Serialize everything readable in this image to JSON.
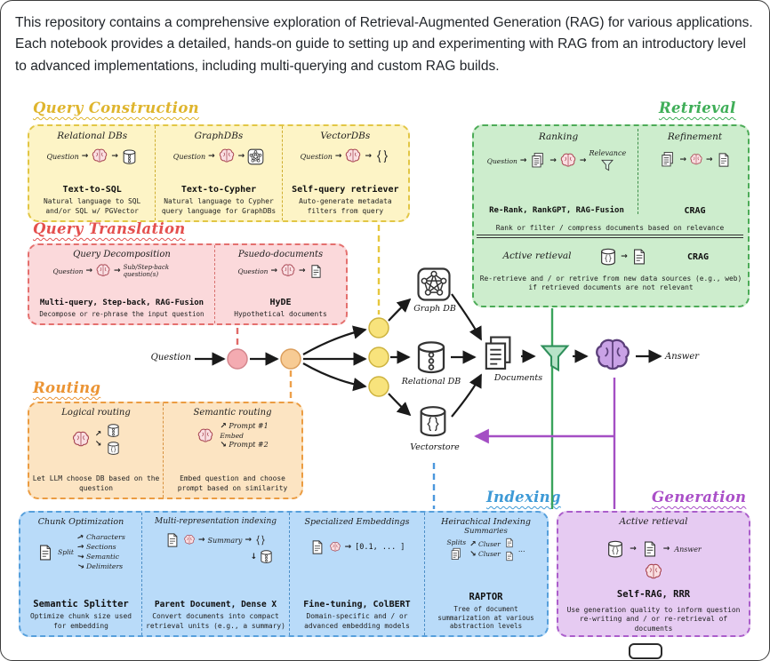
{
  "intro": "This repository contains a comprehensive exploration of Retrieval-Augmented Generation (RAG) for various applications. Each notebook provides a detailed, hands-on guide to setting up and experimenting with RAG from an introductory level to advanced implementations, including multi-querying and custom RAG builds.",
  "icons": {
    "arrow": "→",
    "arrow_ne": "↗",
    "arrow_se": "↘",
    "arrow_down": "↓",
    "braces": "{ }",
    "ellipsis": "..."
  },
  "flow": {
    "question": "Question",
    "graph_db": "Graph DB",
    "relational_db": "Relational DB",
    "vectorstore": "Vectorstore",
    "documents": "Documents",
    "answer": "Answer"
  },
  "query_construction": {
    "title": "Query Construction",
    "columns": [
      {
        "header": "Relational DBs",
        "question": "Question",
        "method": "Text-to-SQL",
        "desc": "Natural language to SQL and/or SQL w/ PGVector"
      },
      {
        "header": "GraphDBs",
        "question": "Question",
        "method": "Text-to-Cypher",
        "desc": "Natural language to Cypher query language for GraphDBs"
      },
      {
        "header": "VectorDBs",
        "question": "Question",
        "method": "Self-query retriever",
        "desc": "Auto-generate metadata filters from query"
      }
    ]
  },
  "retrieval": {
    "title": "Retrieval",
    "ranking": {
      "header": "Ranking",
      "question": "Question",
      "relevance": "Relevance",
      "method": "Re-Rank, RankGPT, RAG-Fusion",
      "desc": "Rank or filter / compress documents based on relevance"
    },
    "refinement": {
      "header": "Refinement",
      "method": "CRAG"
    },
    "active": {
      "header": "Active retieval",
      "method": "CRAG",
      "desc": "Re-retrieve and / or retrive from new data sources (e.g., web) if retrieved documents are not relevant"
    }
  },
  "query_translation": {
    "title": "Query Translation",
    "columns": [
      {
        "header": "Query Decomposition",
        "question": "Question",
        "output": "Sub/Step-back question(s)",
        "method": "Multi-query, Step-back, RAG-Fusion",
        "desc": "Decompose or re-phrase the input question"
      },
      {
        "header": "Psuedo-documents",
        "question": "Question",
        "method": "HyDE",
        "desc": "Hypothetical documents"
      }
    ]
  },
  "routing": {
    "title": "Routing",
    "logical": {
      "header": "Logical routing",
      "desc": "Let LLM choose DB based on the question"
    },
    "semantic": {
      "header": "Semantic routing",
      "prompt1": "Prompt #1",
      "embed": "Embed",
      "prompt2": "Prompt #2",
      "desc": "Embed question and choose prompt based on similarity"
    }
  },
  "indexing": {
    "title": "Indexing",
    "columns": [
      {
        "header": "Chunk Optimization",
        "split": "Split",
        "branches": [
          "Characters",
          "Sections",
          "Semantic",
          "Delimiters"
        ],
        "method": "Semantic Splitter",
        "desc": "Optimize chunk size used for embedding"
      },
      {
        "header": "Multi-representation indexing",
        "summary": "Summary",
        "method": "Parent Document, Dense X",
        "desc": "Convert documents into compact retrieval units (e.g., a summary)"
      },
      {
        "header": "Specialized Embeddings",
        "vector": "[0.1, ... ]",
        "method": "Fine-tuning, ColBERT",
        "desc": "Domain-specific and / or advanced embedding models"
      },
      {
        "header": "Heirachical Indexing",
        "subheader": "Summaries",
        "splits": "Splits",
        "cluster1": "Cluser",
        "cluster2": "Cluser",
        "more": "...",
        "method": "RAPTOR",
        "desc": "Tree of document summarization at various abstraction levels"
      }
    ]
  },
  "generation": {
    "title": "Generation",
    "header": "Active retieval",
    "answer": "Answer",
    "method": "Self-RAG, RRR",
    "desc": "Use generation quality to inform question re-writing and / or re-retrieval of documents"
  }
}
